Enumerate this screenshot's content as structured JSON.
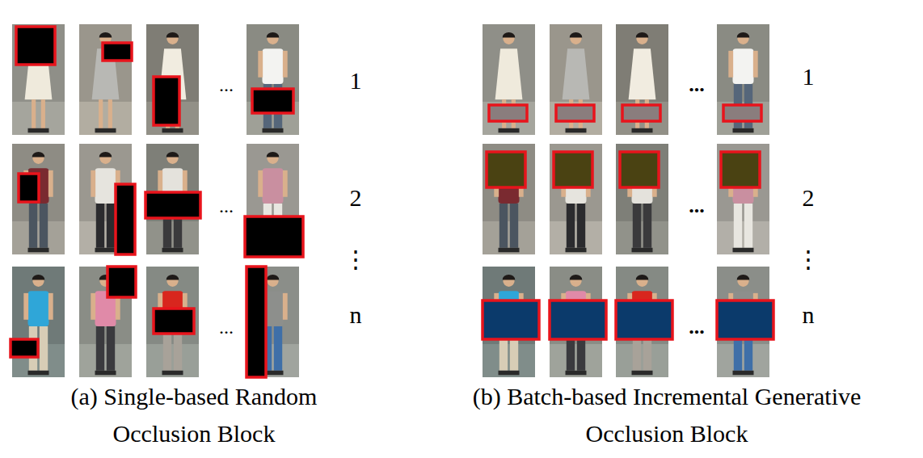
{
  "diagram": {
    "labels": [
      "...",
      "1",
      "...",
      "2",
      "⋮",
      "...",
      "n",
      "...",
      "1",
      "...",
      "2",
      "⋮",
      "...",
      "n",
      "(a) Single-based Random Occlusion Block",
      "(b) Batch-based Incremental Generative Occlusion Block"
    ]
  }
}
